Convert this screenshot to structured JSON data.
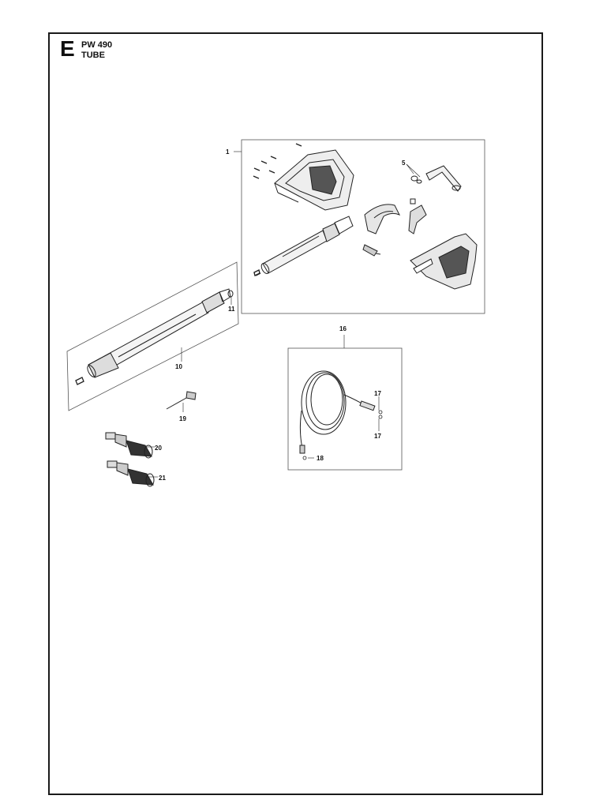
{
  "header": {
    "section_letter": "E",
    "model": "PW 490",
    "section_name": "TUBE"
  },
  "callouts": {
    "c1": "1",
    "c5": "5",
    "c10": "10",
    "c11": "11",
    "c16": "16",
    "c17a": "17",
    "c17b": "17",
    "c18": "18",
    "c19": "19",
    "c20": "20",
    "c21": "21"
  }
}
